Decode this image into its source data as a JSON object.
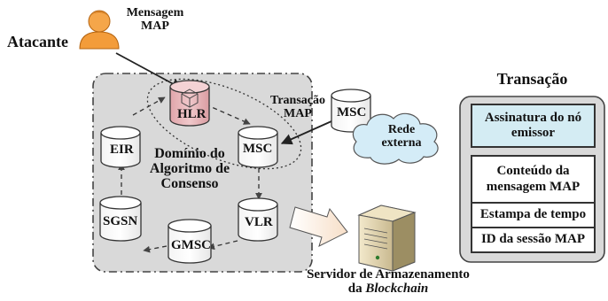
{
  "attacker": {
    "label": "Atacante",
    "message": [
      "Mensagem",
      "MAP"
    ]
  },
  "consensus_domain": {
    "label": [
      "Domínio do",
      "Algoritmo de",
      "Consenso"
    ]
  },
  "nodes": {
    "hlr": "HLR",
    "msc": "MSC",
    "vlr": "VLR",
    "gmsc": "GMSC",
    "sgsn": "SGSN",
    "eir": "EIR"
  },
  "external": {
    "msc": "MSC",
    "network": [
      "Rede",
      "externa"
    ],
    "transaction": [
      "Transação",
      "MAP"
    ]
  },
  "server": {
    "line1": "Servidor de Armazenamento",
    "line2_prefix": "da ",
    "line2_italic": "Blockchain"
  },
  "transaction_panel": {
    "title": "Transação",
    "fields": [
      {
        "label": [
          "Assinatura do nó",
          "emissor"
        ],
        "highlighted": true
      },
      {
        "label": [
          "Conteúdo da",
          "mensagem MAP"
        ],
        "highlighted": false
      },
      {
        "label": [
          "Estampa de tempo"
        ],
        "highlighted": false
      },
      {
        "label": [
          "ID da sessão MAP"
        ],
        "highlighted": false
      }
    ]
  },
  "colors": {
    "domain_fill": "#d9d9d9",
    "hlr_fill": "#e8b4b8",
    "cloud_fill": "#d4ecf7",
    "highlight_fill": "#d4ecf3",
    "person_fill": "#f39c3a"
  }
}
